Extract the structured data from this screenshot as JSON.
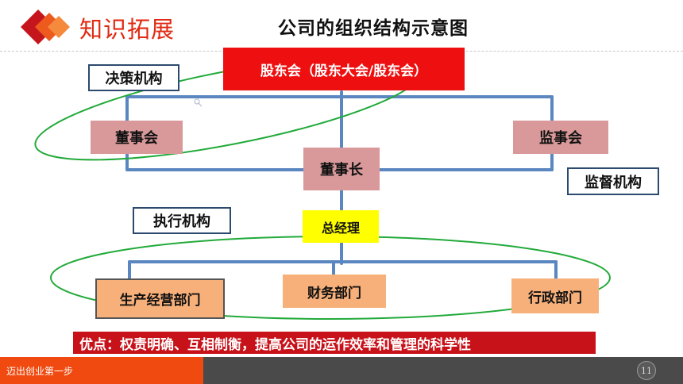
{
  "header": {
    "title": "知识拓展",
    "diagram_title": "公司的组织结构示意图"
  },
  "nodes": {
    "shareholders": "股东会（股东大会/股东会）",
    "board": "董事会",
    "supervisory_board": "监事会",
    "chairman": "董事长",
    "general_manager": "总经理",
    "production_dept": "生产经营部门",
    "finance_dept": "财务部门",
    "admin_dept": "行政部门"
  },
  "group_labels": {
    "decision": "决策机构",
    "supervision": "监督机构",
    "execution": "执行机构"
  },
  "advantages": "优点：权责明确、互相制衡，提高公司的运作效率和管理的科学性",
  "footer": {
    "text": "迈出创业第一步",
    "page": "11"
  },
  "colors": {
    "accent_red": "#ee1010",
    "connector_blue": "#5b87c0",
    "ellipse_green": "#22aa3a",
    "footer_orange": "#f04a10"
  }
}
